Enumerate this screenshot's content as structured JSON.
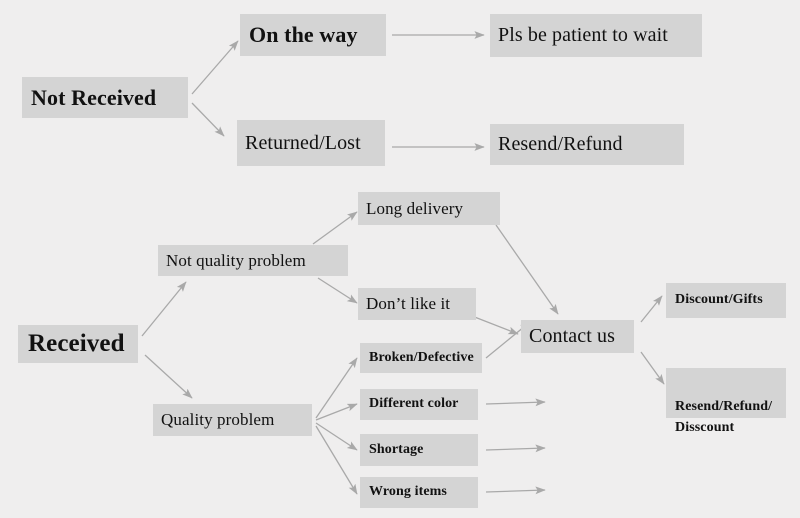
{
  "diagram": {
    "title_text": "",
    "background_color": "#efeeee",
    "node_fill_color": "#d4d4d4",
    "edge_color": "#a9a9a9",
    "text_color": "#111111",
    "nodes": [
      {
        "id": "not_received",
        "label": "Not Received"
      },
      {
        "id": "on_the_way",
        "label": "On the way"
      },
      {
        "id": "pls_be_patient",
        "label": "Pls be patient to wait"
      },
      {
        "id": "returned_lost",
        "label": "Returned/Lost"
      },
      {
        "id": "resend_refund",
        "label": "Resend/Refund"
      },
      {
        "id": "received",
        "label": "Received"
      },
      {
        "id": "not_quality",
        "label": "Not quality problem"
      },
      {
        "id": "long_delivery",
        "label": "Long delivery"
      },
      {
        "id": "dont_like_it",
        "label": "Don’t like it"
      },
      {
        "id": "quality_problem",
        "label": "Quality problem"
      },
      {
        "id": "broken_defective",
        "label": "Broken/Defective"
      },
      {
        "id": "different_color",
        "label": "Different color"
      },
      {
        "id": "shortage",
        "label": "Shortage"
      },
      {
        "id": "wrong_items",
        "label": "Wrong items"
      },
      {
        "id": "contact_us",
        "label": "Contact us"
      },
      {
        "id": "discount_gifts",
        "label": "Discount/Gifts"
      },
      {
        "id": "resend_refund_disscount",
        "label": "Resend/Refund/\nDisscount"
      }
    ],
    "edges": [
      {
        "from": "not_received",
        "to": "on_the_way"
      },
      {
        "from": "not_received",
        "to": "returned_lost"
      },
      {
        "from": "on_the_way",
        "to": "pls_be_patient"
      },
      {
        "from": "returned_lost",
        "to": "resend_refund"
      },
      {
        "from": "received",
        "to": "not_quality"
      },
      {
        "from": "received",
        "to": "quality_problem"
      },
      {
        "from": "not_quality",
        "to": "long_delivery"
      },
      {
        "from": "not_quality",
        "to": "dont_like_it"
      },
      {
        "from": "long_delivery",
        "to": "contact_us"
      },
      {
        "from": "dont_like_it",
        "to": "contact_us"
      },
      {
        "from": "quality_problem",
        "to": "broken_defective"
      },
      {
        "from": "quality_problem",
        "to": "different_color"
      },
      {
        "from": "quality_problem",
        "to": "shortage"
      },
      {
        "from": "quality_problem",
        "to": "wrong_items"
      },
      {
        "from": "broken_defective",
        "to": "contact_us"
      },
      {
        "from": "different_color",
        "to": "contact_us"
      },
      {
        "from": "shortage",
        "to": "contact_us"
      },
      {
        "from": "wrong_items",
        "to": "contact_us"
      },
      {
        "from": "contact_us",
        "to": "discount_gifts"
      },
      {
        "from": "contact_us",
        "to": "resend_refund_disscount"
      }
    ]
  }
}
